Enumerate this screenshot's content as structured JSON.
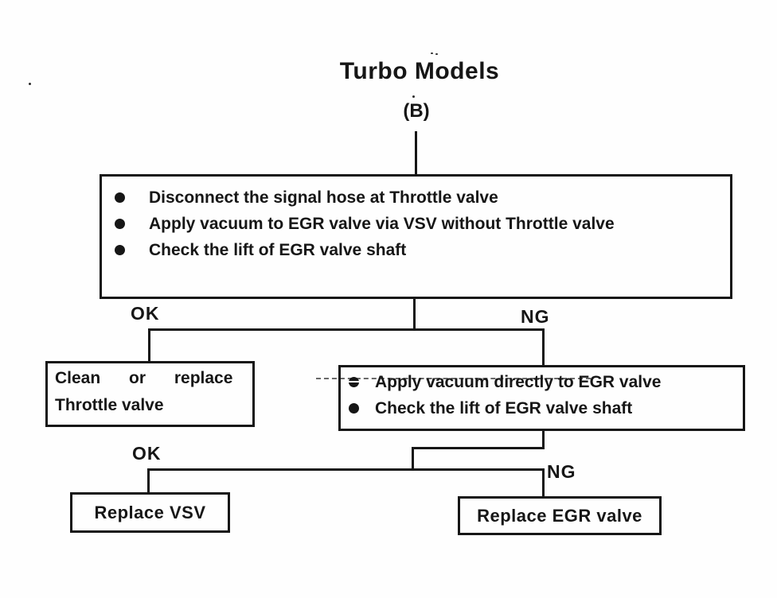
{
  "page": {
    "title": "Turbo Models",
    "subtitle": "(B)"
  },
  "flowchart": {
    "step1": {
      "bullets": [
        "Disconnect the signal hose at Throttle valve",
        "Apply vacuum to EGR valve via VSV without Throttle valve",
        "Check the lift of EGR valve shaft"
      ]
    },
    "branch1": {
      "ok": "OK",
      "ng": "NG"
    },
    "ok_result1": {
      "line1": "Clean or replace",
      "line2": "Throttle valve"
    },
    "ng_step2": {
      "bullets": [
        "Apply vacuum directly to EGR valve",
        "Check the lift of EGR valve shaft"
      ]
    },
    "branch2": {
      "ok": "OK",
      "ng": "NG"
    },
    "ok_result2": "Replace VSV",
    "ng_result2": "Replace EGR valve"
  },
  "colors": {
    "ink": "#161616",
    "paper": "#fefefe"
  }
}
